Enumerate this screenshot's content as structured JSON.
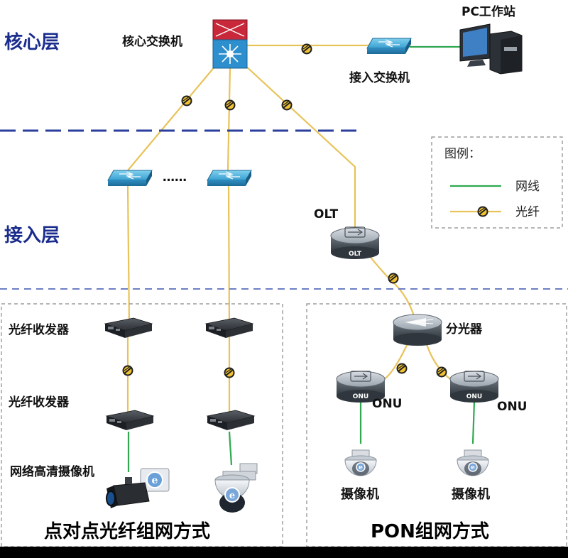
{
  "layers": {
    "core": "核心层",
    "access": "接入层"
  },
  "devices": {
    "core_switch": "核心交换机",
    "pc": "PC工作站",
    "access_switch": "接入交换机",
    "olt": "OLT",
    "olt_badge": "OLT",
    "splitter": "分光器",
    "onu_left": "ONU",
    "onu_right": "ONU",
    "onu_badge": "ONU",
    "transceiver_1": "光纤收发器",
    "transceiver_2": "光纤收发器",
    "ip_camera": "网络高清摄像机",
    "camera_left": "摄像机",
    "camera_right": "摄像机",
    "ellipsis": "……"
  },
  "legend": {
    "title": "图例：",
    "ethernet": "网线",
    "fiber": "光纤"
  },
  "captions": {
    "p2p": "点对点光纤组网方式",
    "pon": "PON组网方式"
  },
  "colors": {
    "fiber": "#e8c35a",
    "ethernet": "#2fa84f",
    "layer_text": "#1a2c8c",
    "divider": "#2a3e9c"
  }
}
